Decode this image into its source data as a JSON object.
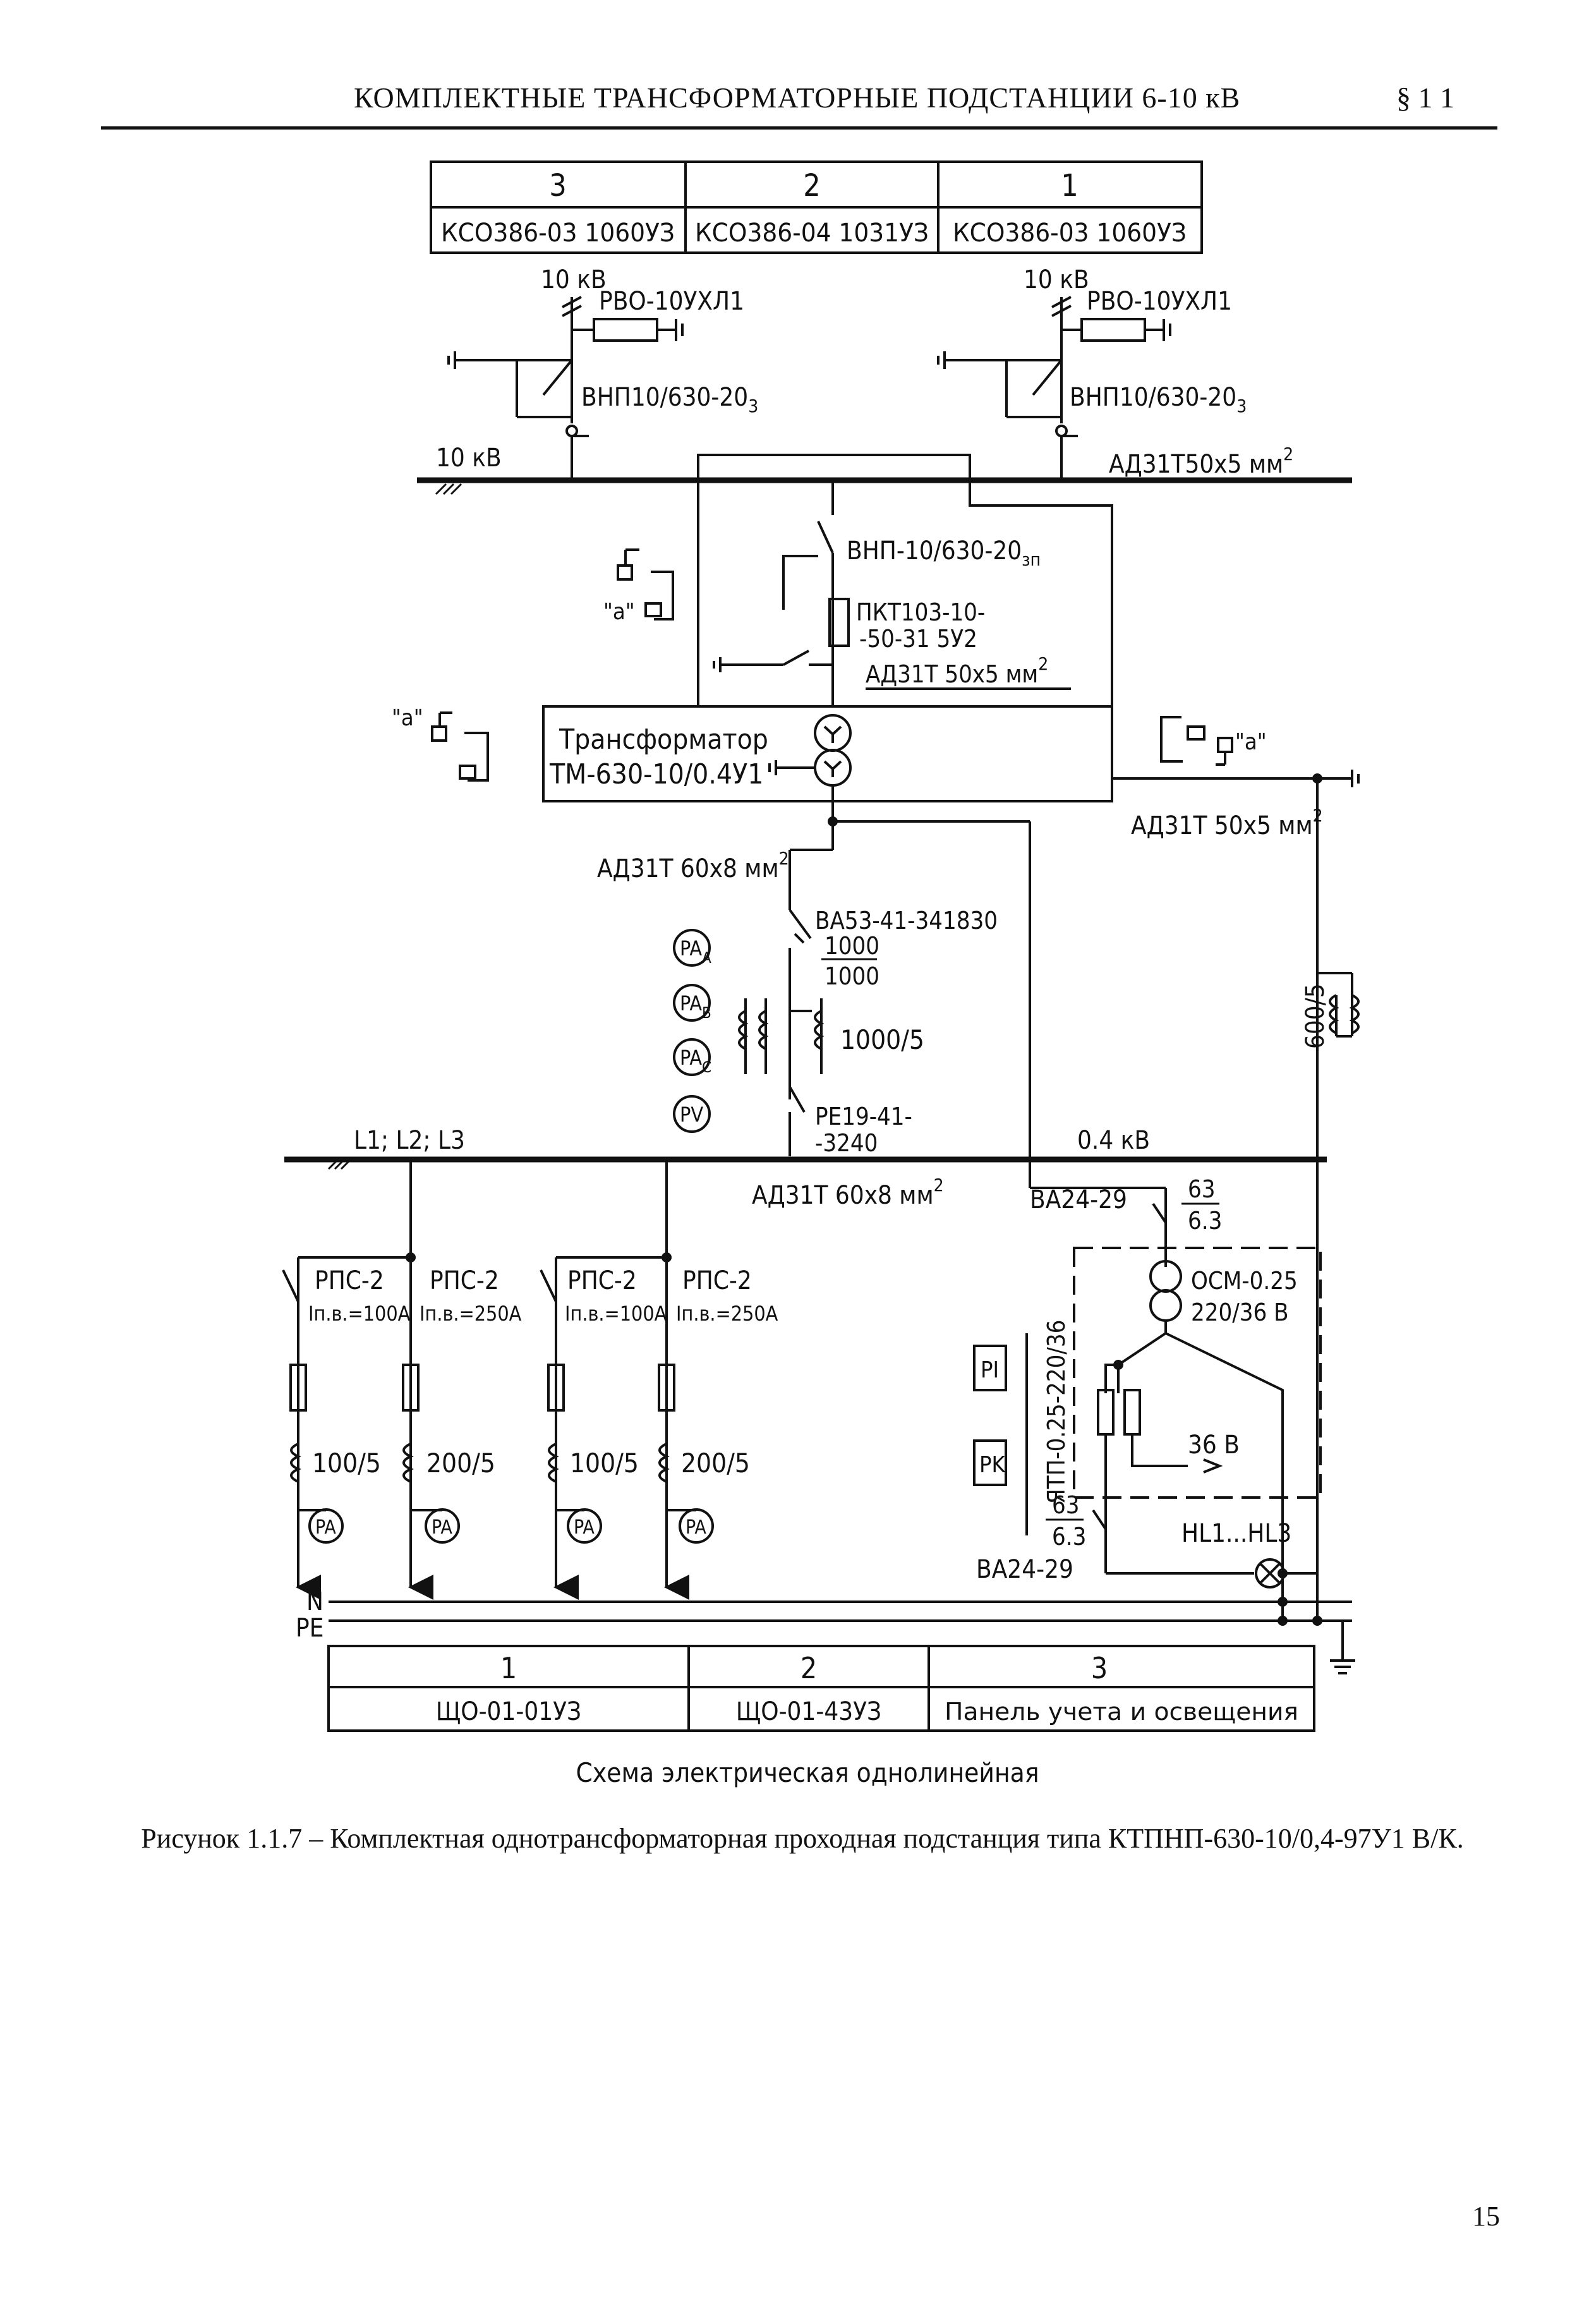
{
  "header": {
    "title": "КОМПЛЕКТНЫЕ ТРАНСФОРМАТОРНЫЕ ПОДСТАНЦИИ 6-10 кВ",
    "section": "§ 1 1"
  },
  "top_table": {
    "numbers": [
      "3",
      "2",
      "1"
    ],
    "cells": [
      "КСО386-03 1060УЗ",
      "КСО386-04 1031УЗ",
      "КСО386-03 1060УЗ"
    ]
  },
  "bottom_table": {
    "numbers": [
      "1",
      "2",
      "3"
    ],
    "cells": [
      "ЩО-01-01УЗ",
      "ЩО-01-43УЗ",
      "Панель учета и освещения"
    ]
  },
  "labels": {
    "hv_left": "10 кВ",
    "hv_right": "10 кВ",
    "arrester_left": "РВО-10УХЛ1",
    "arrester_right": "РВО-10УХЛ1",
    "disconnector_left": "ВНП10/630-20",
    "disconnector_left_sub": "3",
    "disconnector_right": "ВНП10/630-20",
    "disconnector_right_sub": "3",
    "bus_10": "10 кВ",
    "bus_busbar": "АД31Т50х5 мм",
    "bus_busbar_sup": "2",
    "vnp_center": "ВНП-10/630-20",
    "vnp_center_sub": "зп",
    "fuse_line1": "ПКТ103-10-",
    "fuse_line2": "-50-31 5У2",
    "busbar_mid": "АД31Т 50х5 мм",
    "busbar_mid_sup": "2",
    "drive_a1": "\"а\"",
    "drive_a2": "\"а\"",
    "drive_a3": "\"а\"",
    "transformer_line1": "Трансформатор",
    "transformer_line2": "ТМ-630-10/0.4У1",
    "busbar_right": "АД31Т 50х5 мм",
    "busbar_right_sup": "2",
    "busbar_lv_top": "АД31Т 60х8 мм",
    "busbar_lv_top_sup": "2",
    "breaker_main": "ВА53-41-341830",
    "breaker_main_num": "1000",
    "breaker_main_den": "1000",
    "ct_main": "1000/5",
    "meter_pa_a": "PA",
    "meter_pa_a_sub": "A",
    "meter_pa_b": "PA",
    "meter_pa_b_sub": "B",
    "meter_pa_c": "PA",
    "meter_pa_c_sub": "C",
    "meter_pv": "PV",
    "relay_line1": "РЕ19-41-",
    "relay_line2": "-3240",
    "ct_right": "600/5",
    "lv_phases": "L1; L2; L3",
    "lv_voltage": "0.4 кВ",
    "busbar_lv_bottom": "АД31Т 60х8 мм",
    "busbar_lv_bottom_sup": "2",
    "feeder_sw1": "РПС-2",
    "feeder_sw2": "РПС-2",
    "feeder_sw3": "РПС-2",
    "feeder_sw4": "РПС-2",
    "feeder_in1": "Iп.в.=100А",
    "feeder_in2": "Iп.в.=250А",
    "feeder_in3": "Iп.в.=100А",
    "feeder_in4": "Iп.в.=250А",
    "feeder_ct1": "100/5",
    "feeder_ct2": "200/5",
    "feeder_ct3": "100/5",
    "feeder_ct4": "200/5",
    "feeder_pa1": "PA",
    "feeder_pa2": "PA",
    "feeder_pa3": "PA",
    "feeder_pa4": "PA",
    "va24_top": "ВА24-29",
    "va24_top_num": "63",
    "va24_top_den": "6.3",
    "osm_line1": "ОСМ-0.25",
    "osm_line2": "220/36 В",
    "yatp": "ЯТП-0.25-220/36",
    "pi": "PI",
    "pk": "PK",
    "socket_36": "36 В",
    "va24_bottom_num": "63",
    "va24_bottom_den": "6.3",
    "va24_bottom": "ВА24-29",
    "lamps": "HL1...HL3",
    "n": "N",
    "pe": "PE",
    "schema_title": "Схема электрическая однолинейная"
  },
  "caption": "Рисунок 1.1.7 – Комплектная однотрансформаторная проходная подстанция типа КТПНП-630-10/0,4-97У1 В/К.",
  "page_number": "15"
}
